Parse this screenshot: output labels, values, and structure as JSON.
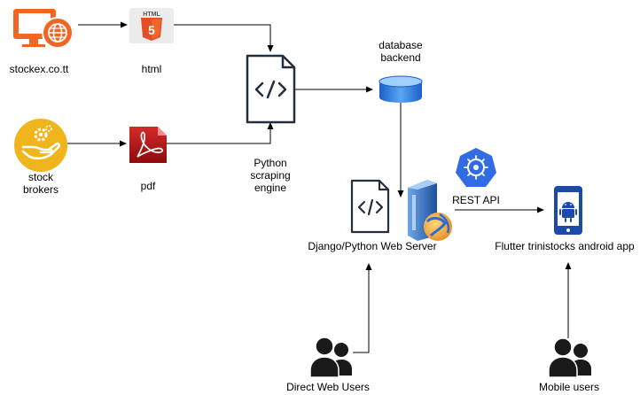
{
  "nodes": {
    "stockex": {
      "label": "stockex.co.tt",
      "icon": "desktop-globe-icon",
      "color": "#f26522"
    },
    "html": {
      "label": "html",
      "icon": "html5-icon",
      "badge": "HTML",
      "glyph": "5",
      "color": "#e44d26"
    },
    "brokers": {
      "label_line1": "stock",
      "label_line2": "brokers",
      "icon": "hand-gear-icon",
      "color": "#f0b41c"
    },
    "pdf": {
      "label": "pdf",
      "icon": "pdf-icon",
      "color": "#c1121f"
    },
    "scraper": {
      "label_line1": "Python",
      "label_line2": "scraping",
      "label_line3": "engine",
      "icon": "code-file-icon",
      "color": "#232f3e"
    },
    "database": {
      "label_line1": "database",
      "label_line2": "backend",
      "icon": "database-icon",
      "color": "#1e6fd9"
    },
    "rest": {
      "label": "REST API",
      "icon": "kubernetes-gear-icon",
      "color": "#326ce5"
    },
    "webserver": {
      "label": "Django/Python Web Server",
      "icon": "web-server-icon"
    },
    "app": {
      "label": "Flutter trinistocks android app",
      "icon": "android-phone-icon",
      "color": "#1b4aa8"
    },
    "web_users": {
      "label": "Direct Web Users",
      "icon": "users-icon"
    },
    "mobile_users": {
      "label": "Mobile users",
      "icon": "users-icon"
    }
  },
  "colors": {
    "line": "#000000",
    "icon_dark": "#1a1a1a"
  }
}
